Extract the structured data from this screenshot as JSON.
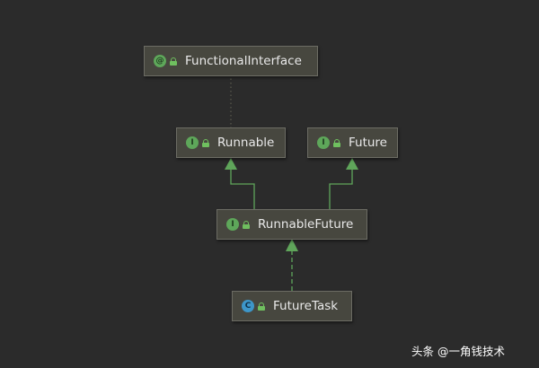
{
  "nodes": {
    "functional_interface": {
      "label": "FunctionalInterface",
      "badge": "@",
      "kind": "annotation"
    },
    "runnable": {
      "label": "Runnable",
      "badge": "I",
      "kind": "interface"
    },
    "future": {
      "label": "Future",
      "badge": "I",
      "kind": "interface"
    },
    "runnable_future": {
      "label": "RunnableFuture",
      "badge": "I",
      "kind": "interface"
    },
    "future_task": {
      "label": "FutureTask",
      "badge": "C",
      "kind": "class"
    }
  },
  "edges": [
    {
      "from": "runnable",
      "to": "functional_interface",
      "style": "dotted",
      "relation": "annotated-by"
    },
    {
      "from": "runnable_future",
      "to": "runnable",
      "style": "solid",
      "relation": "extends"
    },
    {
      "from": "runnable_future",
      "to": "future",
      "style": "solid",
      "relation": "extends"
    },
    {
      "from": "future_task",
      "to": "runnable_future",
      "style": "dashed",
      "relation": "implements"
    }
  ],
  "colors": {
    "background": "#2b2b2b",
    "node_fill": "#47473f",
    "node_border": "#6c6c64",
    "edge": "#5fa55a",
    "interface_badge": "#5ea75a",
    "class_badge": "#3d96c9",
    "text": "#e9e9e9"
  },
  "icons": {
    "annotation": "annotation-icon",
    "interface": "interface-icon",
    "class": "class-icon",
    "visibility": "lock-icon"
  },
  "watermark": "头条 @一角钱技术"
}
